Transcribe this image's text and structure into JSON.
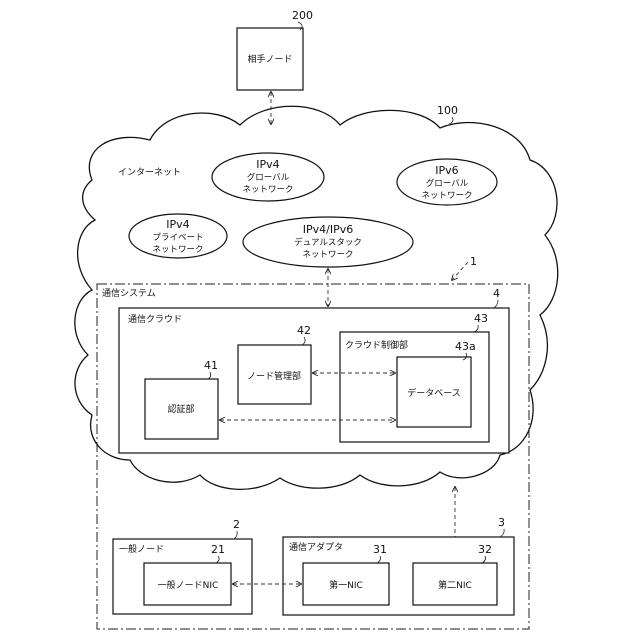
{
  "refs": {
    "r200": "200",
    "r100": "100",
    "r1": "1",
    "r4": "4",
    "r42": "42",
    "r43": "43",
    "r43a": "43a",
    "r41": "41",
    "r2": "2",
    "r3": "3",
    "r21": "21",
    "r31": "31",
    "r32": "32"
  },
  "nodes": {
    "peer_node": "相手ノード",
    "internet": "インターネット",
    "comm_system": "通信システム",
    "comm_cloud": "通信クラウド",
    "node_mgmt": "ノード管理部",
    "cloud_ctrl": "クラウド制御部",
    "database": "データベース",
    "auth": "認証部",
    "general_node": "一般ノード",
    "general_nic": "一般ノードNIC",
    "comm_adapter": "通信アダプタ",
    "nic1": "第一NIC",
    "nic2": "第二NIC"
  },
  "networks": {
    "ipv4_global": {
      "head": "IPv4",
      "l1": "グローバル",
      "l2": "ネットワーク"
    },
    "ipv6_global": {
      "head": "IPv6",
      "l1": "グローバル",
      "l2": "ネットワーク"
    },
    "ipv4_private": {
      "head": "IPv4",
      "l1": "プライベート",
      "l2": "ネットワーク"
    },
    "dual_stack": {
      "head": "IPv4/IPv6",
      "l1": "デュアルスタック",
      "l2": "ネットワーク"
    }
  }
}
